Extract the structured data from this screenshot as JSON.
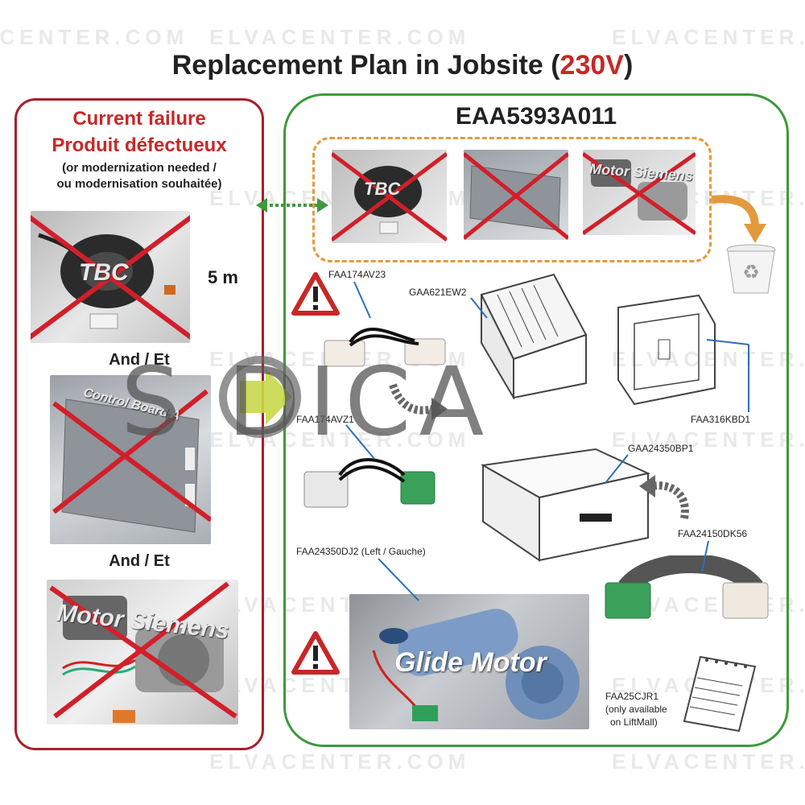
{
  "title": {
    "main": "Replacement Plan in Jobsite (",
    "voltage": "230V",
    "close": ")"
  },
  "left_panel": {
    "heading_en": "Current failure",
    "heading_fr": "Produit défectueux",
    "note_en": "(or modernization needed /",
    "note_fr": "ou modernisation souhaitée)",
    "cable_length": "5 m",
    "and_et_1": "And / Et",
    "and_et_2": "And / Et",
    "board_label": "Control Board A",
    "motor_label": "Motor Siemens",
    "encoder_label": "TBC"
  },
  "right_panel": {
    "kit_code": "EAA5393A011",
    "old_motor_label": "Motor Siemens",
    "old_encoder_label": "TBC",
    "parts": {
      "faa174av23": "FAA174AV23",
      "gaa621ew2": "GAA621EW2",
      "faa316kbd1": "FAA316KBD1",
      "faa174avz1": "FAA174AVZ1",
      "gaa24350bp1": "GAA24350BP1",
      "faa24150dk56": "FAA24150DK56",
      "faa24350dj2": "FAA24350DJ2 (Left / Gauche)",
      "faa25cjr1": "FAA25CJR1",
      "faa25cjr1_note1": "(only available",
      "faa25cjr1_note2": "on LiftMall)"
    },
    "glide_motor_label": "Glide Motor",
    "brand": "SODICA"
  },
  "watermark": "ELVACENTER.COM",
  "colors": {
    "red": "#c62828",
    "green": "#3d9a3d",
    "orange": "#e39a3c",
    "warning_red": "#c62828"
  }
}
